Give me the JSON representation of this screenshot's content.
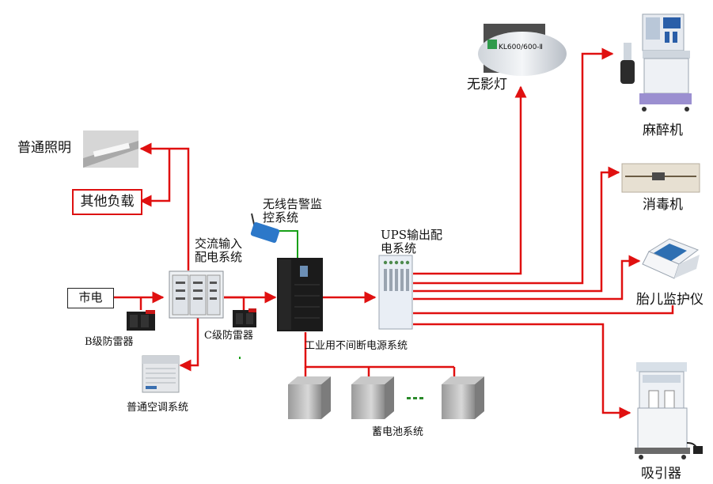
{
  "nodes": {
    "mains": "市电",
    "ac_input": "交流输入\n配电系统",
    "b_surge": "B级防雷器",
    "c_surge": "C级防雷器",
    "wireless_alarm": "无线告警监\n控系统",
    "ups_output": "UPS输出配\n电系统",
    "industrial_ups": "工业用不间断电源系统",
    "battery": "蓄电池系统",
    "battery_ellipsis": "...",
    "general_lighting": "普通照明",
    "other_loads": "其他负载",
    "general_ac": "普通空调系统",
    "shadowless_lamp": "无影灯",
    "anesthesia": "麻醉机",
    "disinfector": "消毒机",
    "fetal_monitor": "胎儿监护仪",
    "aspirator": "吸引器"
  },
  "lamp_model_text": "KL600/600-Ⅱ",
  "colors": {
    "power_line": "#e01010",
    "signal_line": "#18a018",
    "cabinet_dark": "#1b1b1b",
    "cabinet_light": "#e9eef5"
  }
}
